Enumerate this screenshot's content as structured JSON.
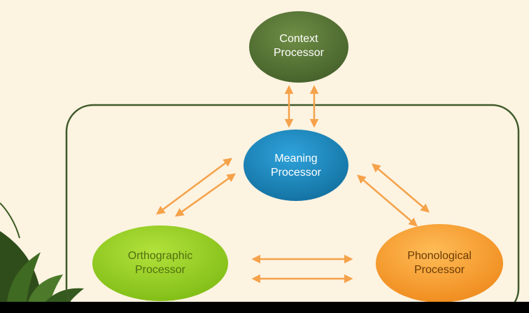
{
  "diagram": {
    "nodes": [
      {
        "id": "context",
        "lines": [
          "Context",
          "Processor"
        ],
        "fill": "#4e6a2c",
        "text_color": "#ffffff"
      },
      {
        "id": "meaning",
        "lines": [
          "Meaning",
          "Processor"
        ],
        "fill": "#1d82be",
        "text_color": "#ffffff"
      },
      {
        "id": "orthographic",
        "lines": [
          "Orthographic",
          "Processor"
        ],
        "fill": "#8fcc1d",
        "text_color": "#4f6f10"
      },
      {
        "id": "phonological",
        "lines": [
          "Phonological",
          "Processor"
        ],
        "fill": "#f59a2a",
        "text_color": "#6b3b05"
      }
    ],
    "connections": [
      {
        "from": "context",
        "to": "meaning",
        "arrows": "both",
        "count": 2
      },
      {
        "from": "meaning",
        "to": "orthographic",
        "arrows": "both",
        "count": 2
      },
      {
        "from": "meaning",
        "to": "phonological",
        "arrows": "both",
        "count": 2
      },
      {
        "from": "orthographic",
        "to": "phonological",
        "arrows": "both",
        "count": 2
      }
    ],
    "colors": {
      "arrow": "#f5a24a",
      "frame": "#3f5a2a",
      "background": "#fdf3e1",
      "plant": "#3a5a22"
    }
  }
}
